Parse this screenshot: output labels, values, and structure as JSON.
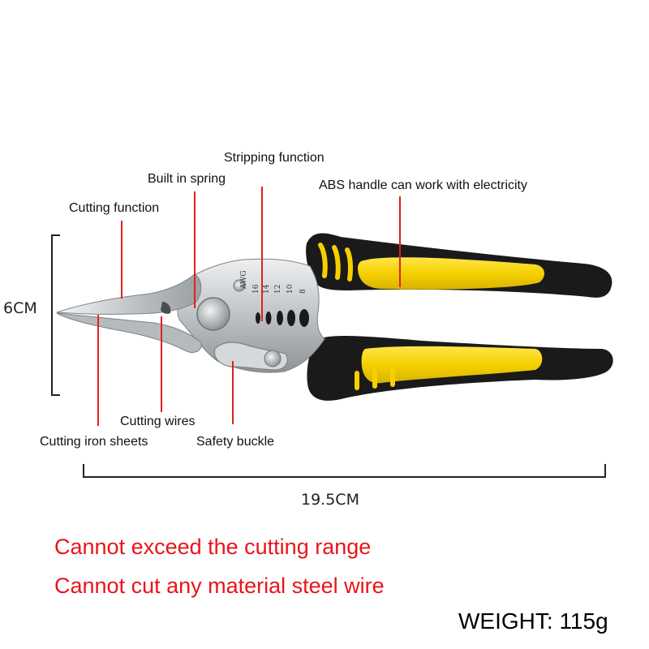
{
  "annotations": {
    "stripping_function": "Stripping function",
    "built_in_spring": "Built in spring",
    "abs_handle": "ABS handle can work with electricity",
    "cutting_function": "Cutting function",
    "cutting_wires": "Cutting wires",
    "cutting_iron_sheets": "Cutting iron sheets",
    "safety_buckle": "Safety buckle"
  },
  "dimensions": {
    "height": "6CM",
    "length": "19.5CM"
  },
  "awg_scale": {
    "label": "AWG",
    "gauges": [
      "16",
      "14",
      "12",
      "10",
      "8"
    ]
  },
  "warnings": [
    "Cannot exceed the cutting range",
    "Cannot cut any material steel wire"
  ],
  "weight": "WEIGHT: 115g",
  "colors": {
    "warning": "#e8141a",
    "leader_line": "#e02020",
    "handle_yellow": "#f5d400",
    "handle_black": "#1a1a1a",
    "steel": "#c9ccce"
  }
}
